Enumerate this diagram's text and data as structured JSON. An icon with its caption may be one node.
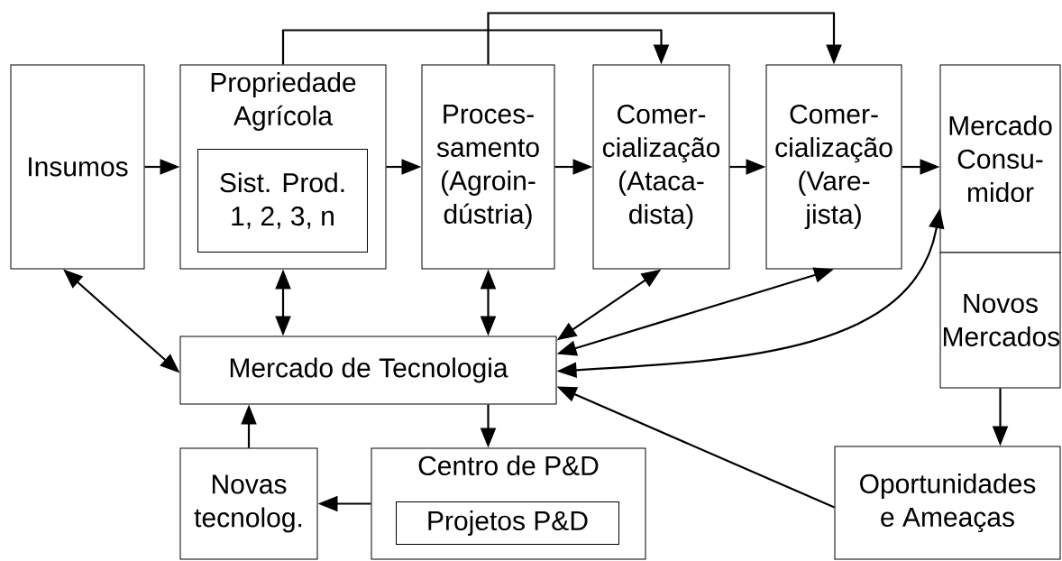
{
  "diagram": {
    "nodes": [
      {
        "text": [
          "Insumos"
        ]
      },
      {
        "text": [
          "Propriedade Agrícola"
        ]
      },
      {
        "text": [
          "Sist. Prod. 1, 2, 3, n"
        ],
        "in": 1
      },
      {
        "text": [
          "Proces- samento (Agroin- dústria)"
        ]
      },
      {
        "text": [
          "Comer- cialização (Ataca- dista)"
        ]
      },
      {
        "text": [
          "Comer- cialização (Vare- jista)"
        ]
      },
      {
        "text": [
          "Mercado Consu- midor"
        ]
      },
      {
        "text": [
          "Novos Mercados"
        ]
      },
      {
        "text": [
          "Mercado de Tecnologia"
        ]
      },
      {
        "text": [
          "Novas tecnolog."
        ]
      },
      {
        "text": [
          "Centro de P&D"
        ]
      },
      {
        "text": [
          "Projetos  P&D"
        ],
        "in": 10
      },
      {
        "text": [
          "Oportunidades e Ameaças"
        ]
      }
    ],
    "edges": [
      {
        "from": 0,
        "to": 1,
        "arrow": "to"
      },
      {
        "from": 1,
        "to": 3,
        "arrow": "to"
      },
      {
        "from": 3,
        "to": 4,
        "arrow": "to"
      },
      {
        "from": 4,
        "to": 5,
        "arrow": "to"
      },
      {
        "from": 5,
        "to": 6,
        "arrow": "to"
      },
      {
        "from": 1,
        "to": 4,
        "arrow": "to"
      },
      {
        "from": 3,
        "to": 5,
        "arrow": "to"
      },
      {
        "from": 0,
        "to": 8,
        "arrow": "both"
      },
      {
        "from": 1,
        "to": 8,
        "arrow": "both"
      },
      {
        "from": 3,
        "to": 8,
        "arrow": "both"
      },
      {
        "from": 4,
        "to": 8,
        "arrow": "both"
      },
      {
        "from": 5,
        "to": 8,
        "arrow": "both"
      },
      {
        "from": 6,
        "to": 8,
        "arrow": "both"
      },
      {
        "from": 12,
        "to": 8,
        "arrow": "to"
      },
      {
        "from": 8,
        "to": 10,
        "arrow": "to"
      },
      {
        "from": 10,
        "to": 9,
        "arrow": "to"
      },
      {
        "from": 9,
        "to": 8,
        "arrow": "to"
      },
      {
        "from": 7,
        "to": 12,
        "arrow": "to"
      }
    ]
  }
}
